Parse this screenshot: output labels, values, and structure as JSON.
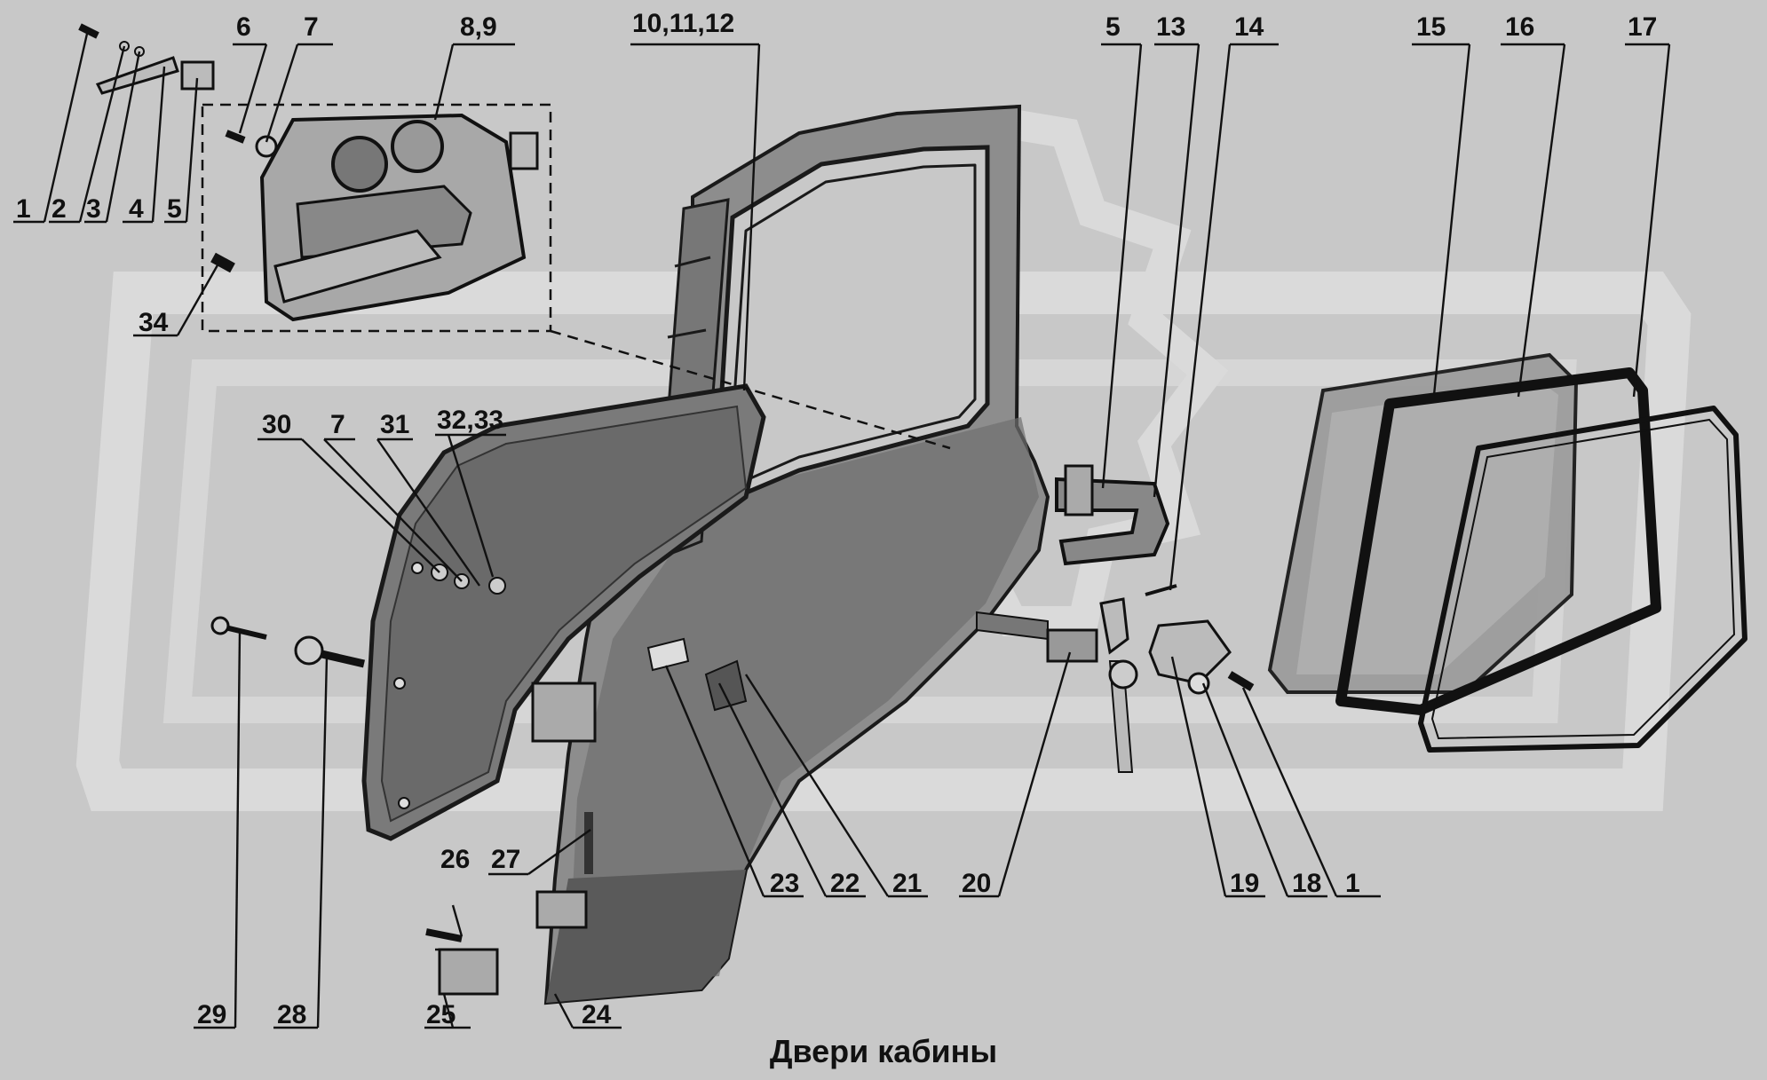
{
  "caption": "Двери кабины",
  "colors": {
    "background": "#c8c8c8",
    "ink": "#111111",
    "watermark": "#d8d8d8"
  },
  "labels": {
    "l1a": "1",
    "l2": "2",
    "l3": "3",
    "l4": "4",
    "l5a": "5",
    "l6": "6",
    "l7a": "7",
    "l89": "8,9",
    "l101112": "10,11,12",
    "l5b": "5",
    "l13": "13",
    "l14": "14",
    "l15": "15",
    "l16": "16",
    "l17": "17",
    "l34": "34",
    "l30": "30",
    "l7b": "7",
    "l31": "31",
    "l3233": "32,33",
    "l27": "27",
    "l26": "26",
    "l23": "23",
    "l22": "22",
    "l21": "21",
    "l20": "20",
    "l19": "19",
    "l18": "18",
    "l1b": "1",
    "l29": "29",
    "l28": "28",
    "l25": "25",
    "l24": "24"
  }
}
